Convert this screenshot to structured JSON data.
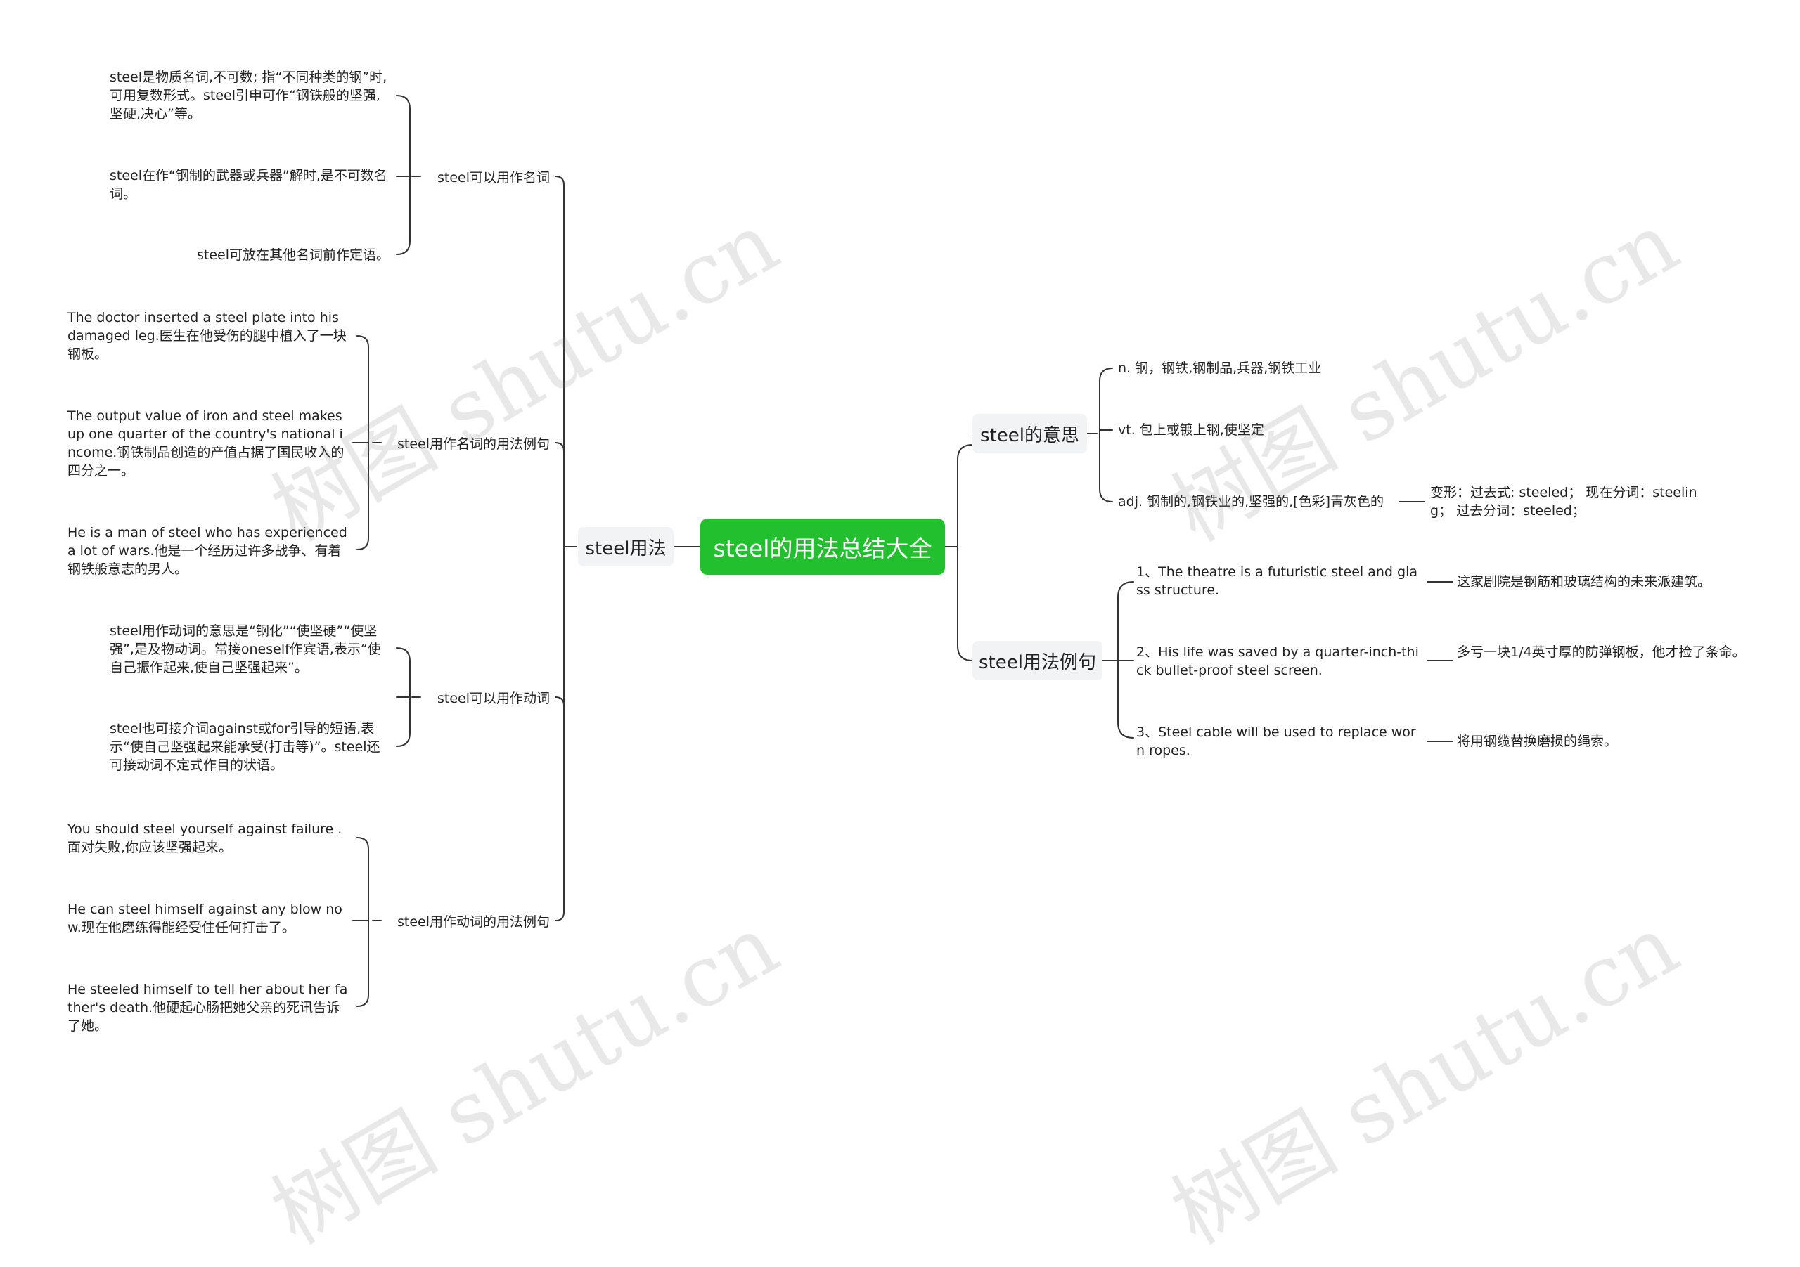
{
  "root": {
    "label": "steel的用法总结大全"
  },
  "branches": {
    "usage": {
      "label": "steel用法",
      "noun": {
        "label": "steel可以用作名词",
        "items": [
          "steel是物质名词,不可数; 指“不同种类的钢”时,可用复数形式。steel引申可作“钢铁般的坚强,坚硬,决心”等。",
          "steel在作“钢制的武器或兵器”解时,是不可数名词。",
          "steel可放在其他名词前作定语。"
        ]
      },
      "noun_examples": {
        "label": "steel用作名词的用法例句",
        "items": [
          "The doctor inserted a steel plate into his damaged leg.医生在他受伤的腿中植入了一块钢板。",
          "The output value of iron and steel makes up one quarter of the country's national income.钢铁制品创造的产值占据了国民收入的四分之一。",
          "He is a man of steel who has experienced  a lot of wars.他是一个经历过许多战争、有着钢铁般意志的男人。"
        ]
      },
      "verb": {
        "label": "steel可以用作动词",
        "items": [
          "steel用作动词的意思是“钢化”“使坚硬”“使坚强”,是及物动词。常接oneself作宾语,表示“使自己振作起来,使自己坚强起来”。",
          "steel也可接介词against或for引导的短语,表示“使自己坚强起来能承受(打击等)”。steel还可接动词不定式作目的状语。"
        ]
      },
      "verb_examples": {
        "label": "steel用作动词的用法例句",
        "items": [
          "You should steel yourself against failure . 面对失败,你应该坚强起来。",
          "He can steel himself against any blow now.现在他磨练得能经受住任何打击了。",
          "He steeled himself to tell her about her father's death.他硬起心肠把她父亲的死讯告诉了她。"
        ]
      }
    },
    "meaning": {
      "label": "steel的意思",
      "items": [
        "n. 钢，钢铁,钢制品,兵器,钢铁工业",
        "vt. 包上或镀上钢,使坚定",
        "adj. 钢制的,钢铁业的,坚强的,[色彩]青灰色的"
      ],
      "forms": "变形：过去式: steeled；  现在分词：steeling；  过去分词：steeled；"
    },
    "examples": {
      "label": "steel用法例句",
      "items": [
        {
          "en": "1、The theatre is a futuristic steel and glass structure.",
          "zh": "这家剧院是钢筋和玻璃结构的未来派建筑。"
        },
        {
          "en": "2、His life was saved by a quarter-inch-thick bullet-proof steel screen.",
          "zh": "多亏一块1/4英寸厚的防弹钢板，他才捡了条命。"
        },
        {
          "en": "3、Steel cable will be used to replace worn ropes.",
          "zh": "将用钢缆替换磨损的绳索。"
        }
      ]
    }
  },
  "watermark": "树图 shutu.cn",
  "colors": {
    "root_bg": "#22bf2e",
    "main_bg": "#f2f3f5",
    "line": "#333333"
  }
}
